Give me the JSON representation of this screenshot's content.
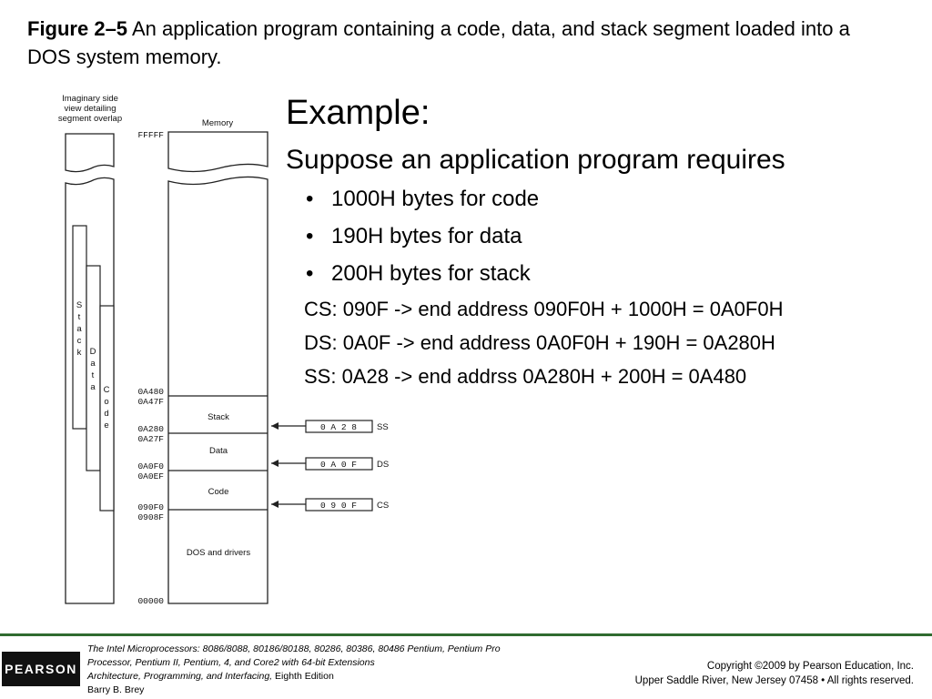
{
  "caption": {
    "label": "Figure 2–5",
    "text": " An application program containing a code, data, and stack segment loaded into a DOS system memory."
  },
  "figure": {
    "side_view_label": [
      "Imaginary side",
      "view detailing",
      "segment overlap"
    ],
    "memory_label": "Memory",
    "addresses": {
      "top": "FFFFF",
      "a480": "0A480",
      "a47f": "0A47F",
      "a280": "0A280",
      "a27f": "0A27F",
      "a0f0": "0A0F0",
      "a0ef": "0A0EF",
      "f0": "090F0",
      "f08": "0908F",
      "bottom": "00000"
    },
    "blocks": {
      "stack": "Stack",
      "data": "Data",
      "code": "Code",
      "dos": "DOS and drivers"
    },
    "vertical_labels": {
      "stack": [
        "S",
        "t",
        "a",
        "c",
        "k"
      ],
      "data": [
        "D",
        "a",
        "t",
        "a"
      ],
      "code": [
        "C",
        "o",
        "d",
        "e"
      ]
    },
    "registers": [
      {
        "value": "0 A 2 8",
        "name": "SS"
      },
      {
        "value": "0 A 0 F",
        "name": "DS"
      },
      {
        "value": "0 9 0 F",
        "name": "CS"
      }
    ]
  },
  "content": {
    "heading": "Example:",
    "subtitle": "Suppose an application program requires",
    "bullets": [
      "1000H bytes for code",
      "190H bytes for data",
      "200H bytes for stack"
    ],
    "lines": [
      "CS: 090F -> end address  090F0H + 1000H = 0A0F0H",
      "DS: 0A0F -> end address 0A0F0H + 190H = 0A280H",
      "SS: 0A28 -> end addrss 0A280H + 200H = 0A480"
    ]
  },
  "footer": {
    "logo": "PEARSON",
    "book_title": "The Intel Microprocessors:",
    "book_models": " 8086/8088, 80186/80188, 80286, 80386, 80486 Pentium, Pentium Pro Processor, Pentium II, Pentium, 4, and Core2 with 64-bit Extensions",
    "book_subtitle": "Architecture, Programming, and Interfacing,",
    "edition": " Eighth Edition",
    "author": "Barry B. Brey",
    "copyright": "Copyright ©2009 by Pearson Education, Inc.",
    "address": "Upper Saddle River, New Jersey 07458 • All rights reserved."
  }
}
